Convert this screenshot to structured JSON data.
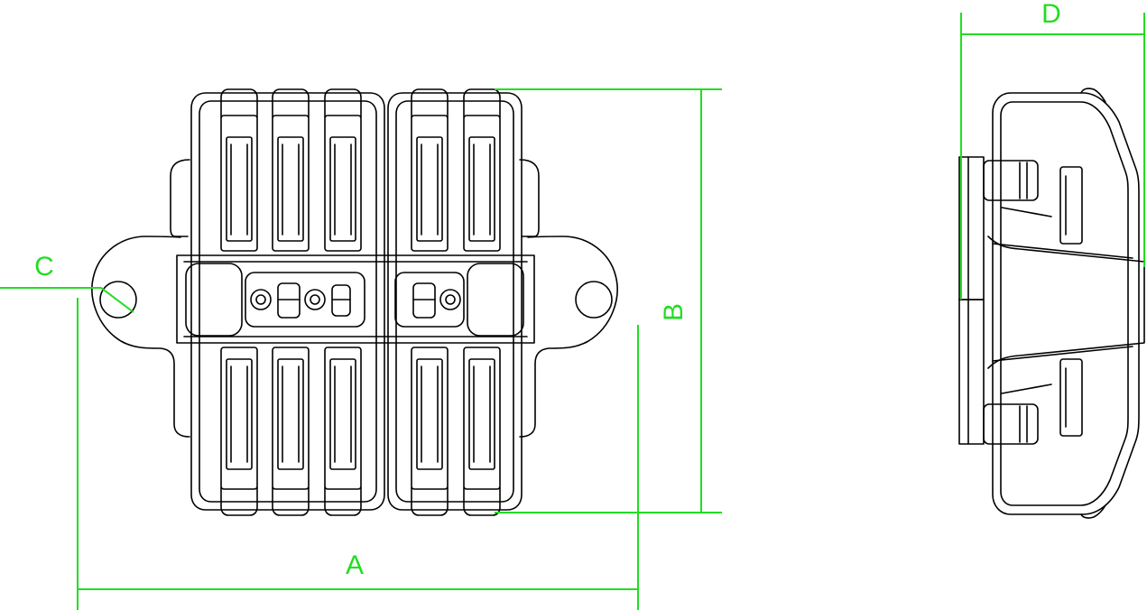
{
  "dimension_labels": {
    "a": "A",
    "b": "B",
    "c": "C",
    "d": "D"
  },
  "colors": {
    "dimension": "#22dd22",
    "outline": "#000000",
    "background": "#ffffff"
  },
  "views": {
    "front": "top-view-of-connector",
    "side": "side-view-of-connector"
  }
}
